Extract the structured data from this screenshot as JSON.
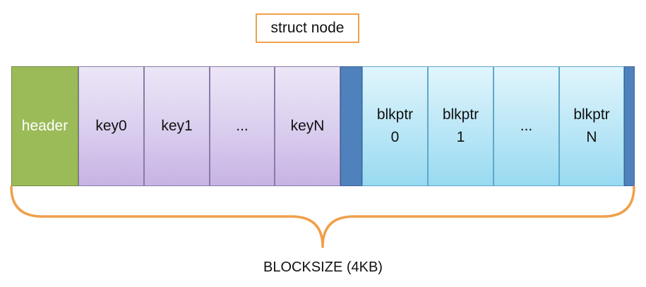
{
  "title": "struct node",
  "header_label": "header",
  "keys": [
    "key0",
    "key1",
    "...",
    "keyN"
  ],
  "pointers": [
    {
      "line1": "blkptr",
      "line2": "0"
    },
    {
      "line1": "blkptr",
      "line2": "1"
    },
    {
      "line1": "...",
      "line2": ""
    },
    {
      "line1": "blkptr",
      "line2": "N"
    }
  ],
  "size_label": "BLOCKSIZE (4KB)",
  "colors": {
    "header": "#9bbb59",
    "keys": "#d9cdee",
    "separator": "#4f81bd",
    "pointers": "#b9e6f6",
    "accent": "#f0a04b"
  }
}
